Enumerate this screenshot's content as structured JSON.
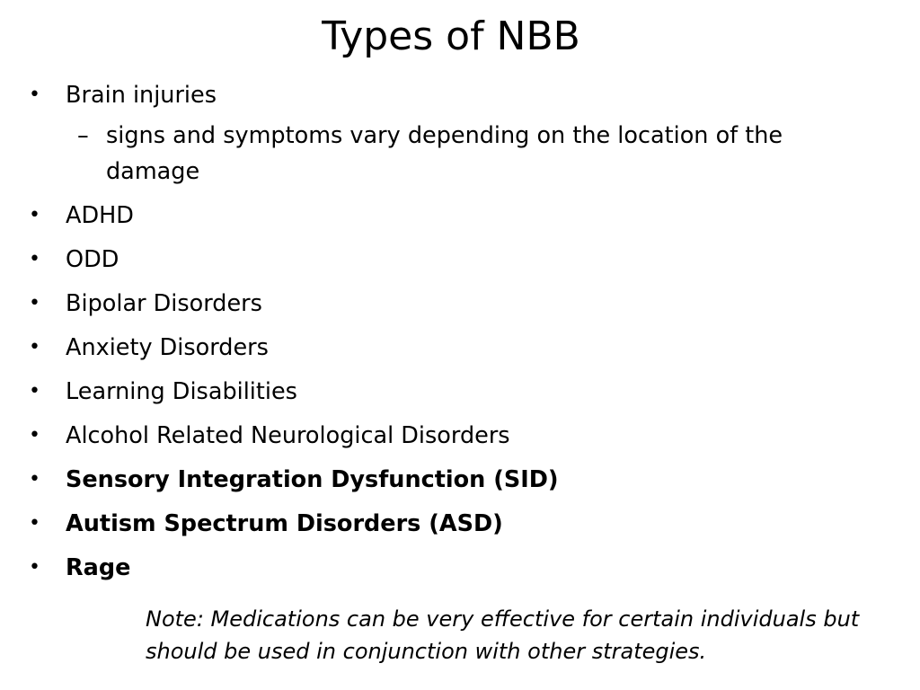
{
  "slide": {
    "title": "Types of NBB",
    "bullet_marker": "•",
    "sub_marker": "–",
    "items": [
      {
        "text": "Brain injuries",
        "bold": false
      },
      {
        "text": "ADHD",
        "bold": false
      },
      {
        "text": "ODD",
        "bold": false
      },
      {
        "text": "Bipolar Disorders",
        "bold": false
      },
      {
        "text": "Anxiety Disorders",
        "bold": false
      },
      {
        "text": "Learning Disabilities",
        "bold": false
      },
      {
        "text": "Alcohol Related Neurological Disorders",
        "bold": false
      },
      {
        "text": "Sensory Integration Dysfunction (SID)",
        "bold": true
      },
      {
        "text": "Autism Spectrum Disorders (ASD)",
        "bold": true
      },
      {
        "text": "Rage",
        "bold": true
      }
    ],
    "sub_items": {
      "brain_injuries": "signs and symptoms vary depending on the location of the damage"
    },
    "note": "Note: Medications can be very effective for certain individuals but should be used in conjunction with other strategies."
  }
}
